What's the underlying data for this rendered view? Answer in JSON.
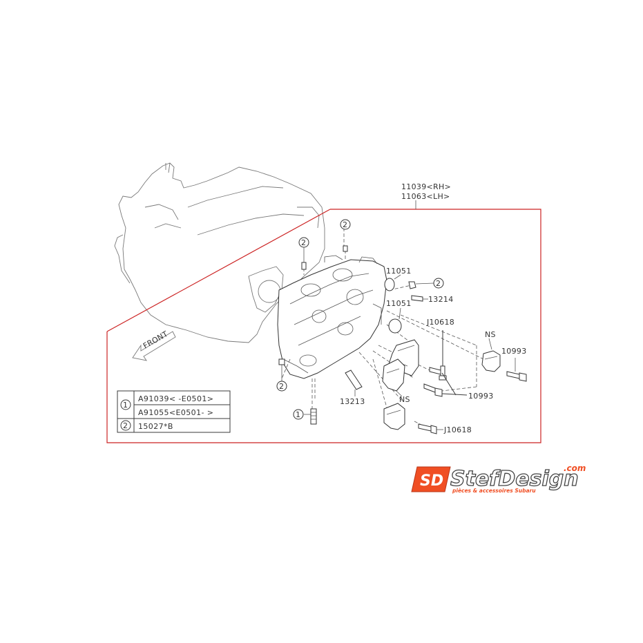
{
  "diagram": {
    "header_labels": {
      "rh": "11039<RH>",
      "lh": "11063<LH>"
    },
    "callouts": {
      "c1": "11051",
      "c2": "11051",
      "c3": "13214",
      "c4": "J10618",
      "c5": "NS",
      "c6": "10993",
      "c7": "10993",
      "c8": "NS",
      "c9": "13213",
      "c10": "J10618"
    },
    "circle_refs": {
      "one": "1",
      "two": "2"
    },
    "front_arrow": "FRONT",
    "legend": {
      "rows": [
        {
          "ref": "1",
          "code": "A91039< -E0501>"
        },
        {
          "ref": "",
          "code": "A91055<E0501- >"
        },
        {
          "ref": "2",
          "code": "15027*B"
        }
      ]
    },
    "colors": {
      "frame": "#cc2222",
      "line": "#333333",
      "brand_orange": "#f04e23"
    }
  },
  "logo": {
    "mark": "SD",
    "name": "StefDesign",
    "suffix": ".com",
    "tagline": "pièces & accessoires Subaru"
  }
}
